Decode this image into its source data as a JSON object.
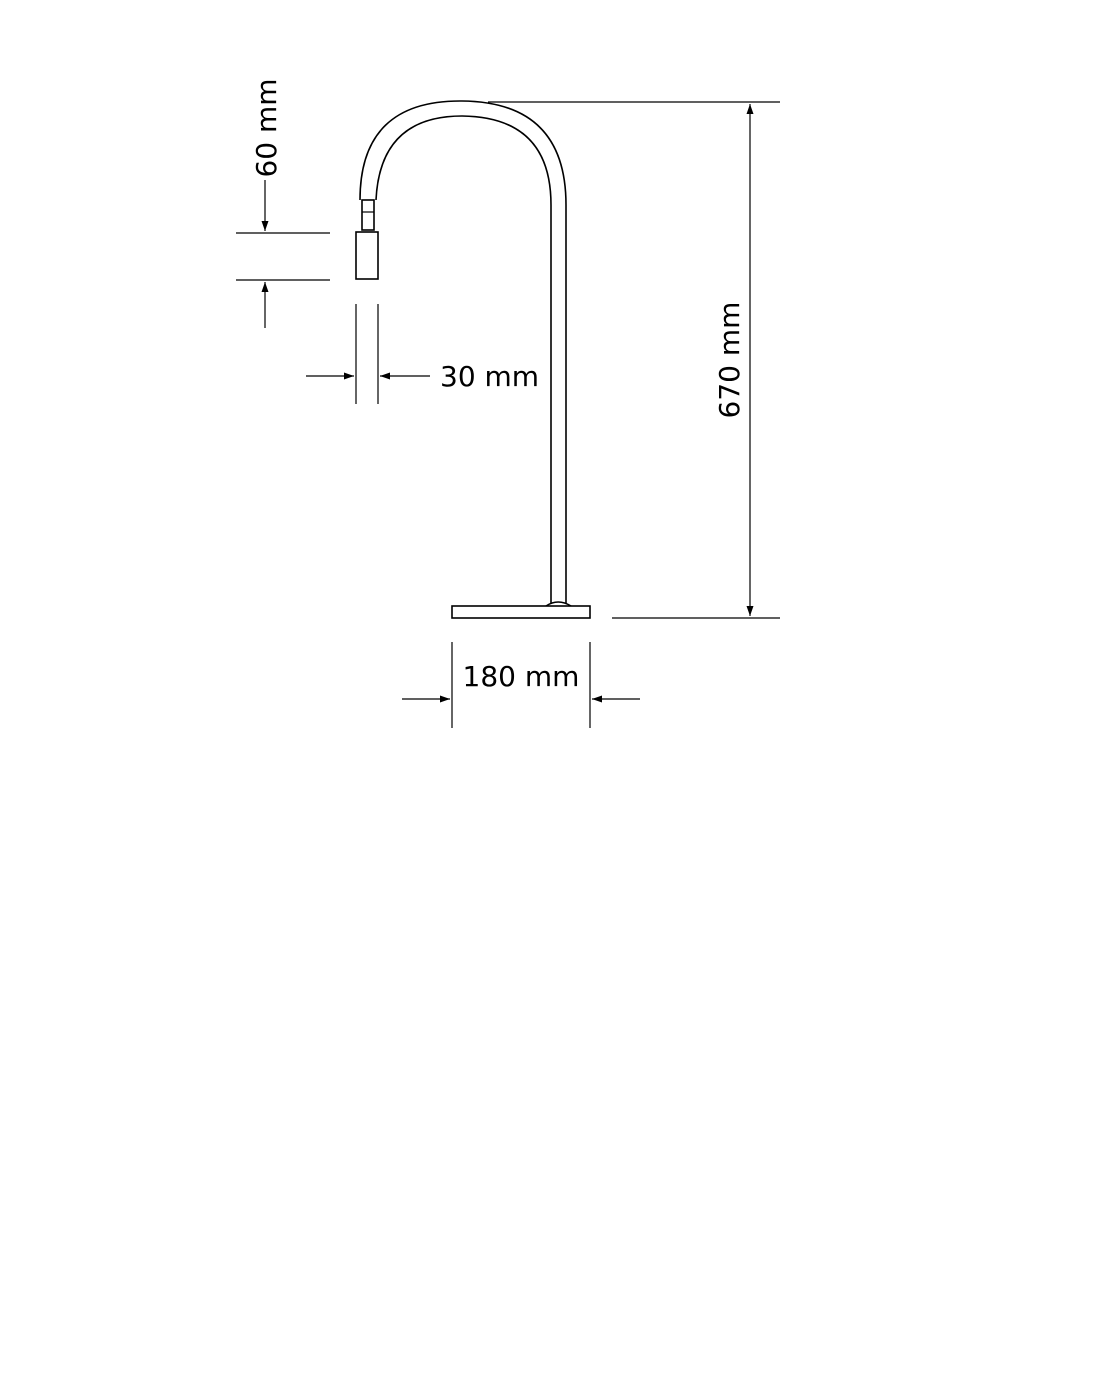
{
  "dimensions": {
    "height_total": "670 mm",
    "head_length": "60 mm",
    "head_diameter": "30 mm",
    "base_diameter": "180 mm"
  }
}
